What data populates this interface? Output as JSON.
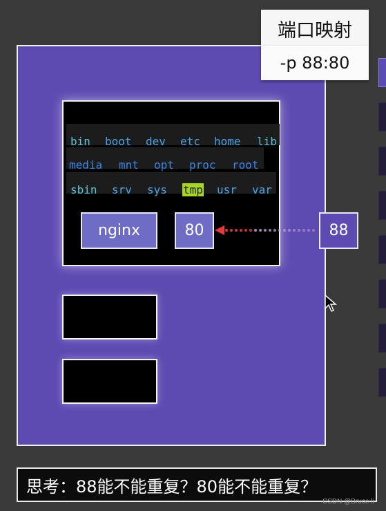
{
  "title": "端口映射",
  "port_flag": "-p  88:80",
  "directories": [
    [
      {
        "text": "bin",
        "style": "c3"
      },
      {
        "text": "boot",
        "style": "c1"
      },
      {
        "text": "dev",
        "style": "c1"
      },
      {
        "text": "etc",
        "style": "c1"
      },
      {
        "text": "home",
        "style": "c1"
      },
      {
        "text": "lib",
        "style": "c3"
      }
    ],
    [
      {
        "text": "media",
        "style": "c2"
      },
      {
        "text": "mnt",
        "style": "c2"
      },
      {
        "text": "opt",
        "style": "c2"
      },
      {
        "text": "proc",
        "style": "c2"
      },
      {
        "text": "root",
        "style": "c2"
      }
    ],
    [
      {
        "text": "sbin",
        "style": "c3"
      },
      {
        "text": "srv",
        "style": "c1"
      },
      {
        "text": "sys",
        "style": "c1"
      },
      {
        "text": "tmp",
        "style": "tmp-hl"
      },
      {
        "text": "usr",
        "style": "c1"
      },
      {
        "text": "var",
        "style": "c1"
      }
    ]
  ],
  "container": {
    "app_label": "nginx",
    "container_port": "80"
  },
  "host_port": "88",
  "question": "思考：88能不能重复？80能不能重复？",
  "watermark": "CSDN @Bruce li",
  "colors": {
    "host_bg": "#5e4bb2",
    "container_bg": "#000000",
    "app_box": "#6f6cc6",
    "arrow": "#e23b3b",
    "dots": "#c9a6df",
    "highlight": "#a8d52a"
  }
}
